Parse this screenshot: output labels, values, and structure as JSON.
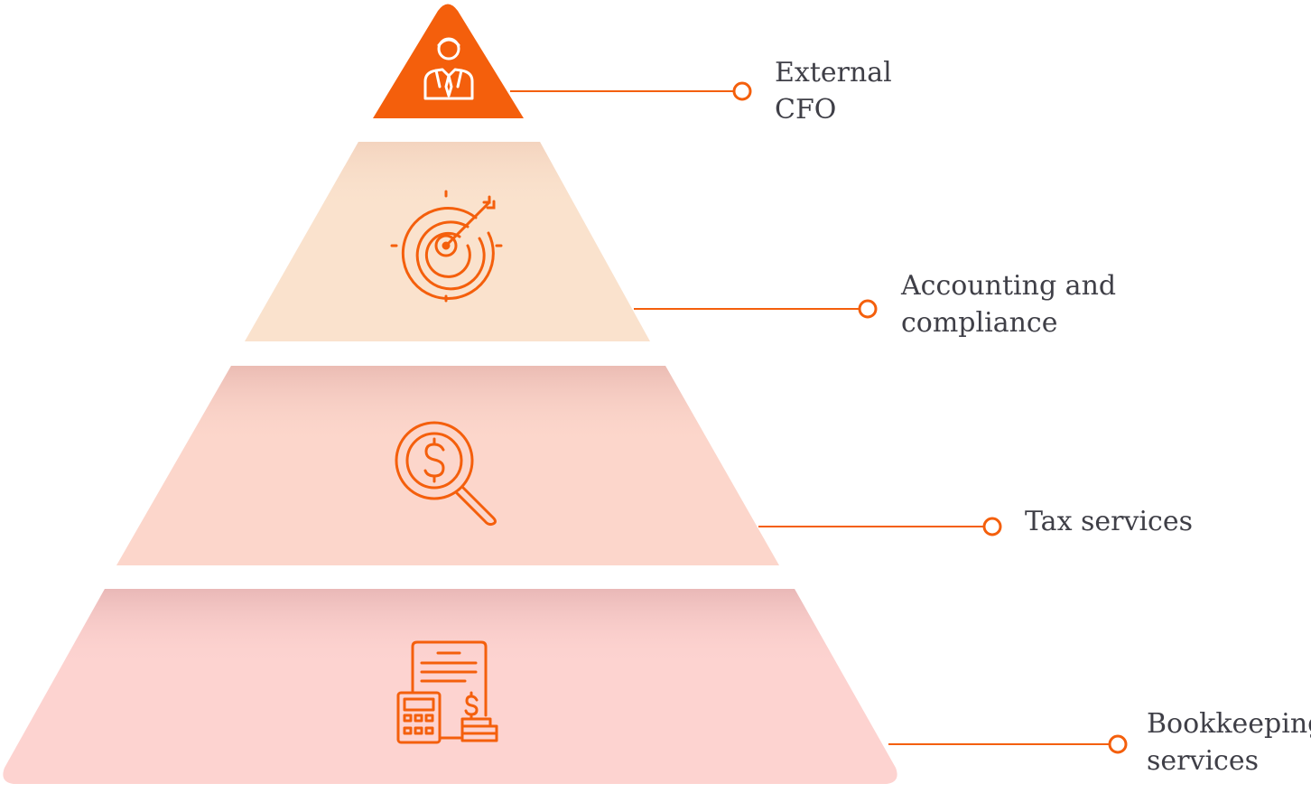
{
  "pyramid": {
    "accent_color": "#f45f0c",
    "tiers": [
      {
        "label": "External\nCFO",
        "icon": "businessman-icon",
        "fill": "#f45f0c"
      },
      {
        "label": "Accounting and\ncompliance",
        "icon": "target-icon",
        "fill": "#fae2cd"
      },
      {
        "label": "Tax services",
        "icon": "dollar-magnifier-icon",
        "fill": "#fcd6cb"
      },
      {
        "label": "Bookkeeping\nservices",
        "icon": "calculator-document-icon",
        "fill": "#fdd3d0"
      }
    ]
  }
}
